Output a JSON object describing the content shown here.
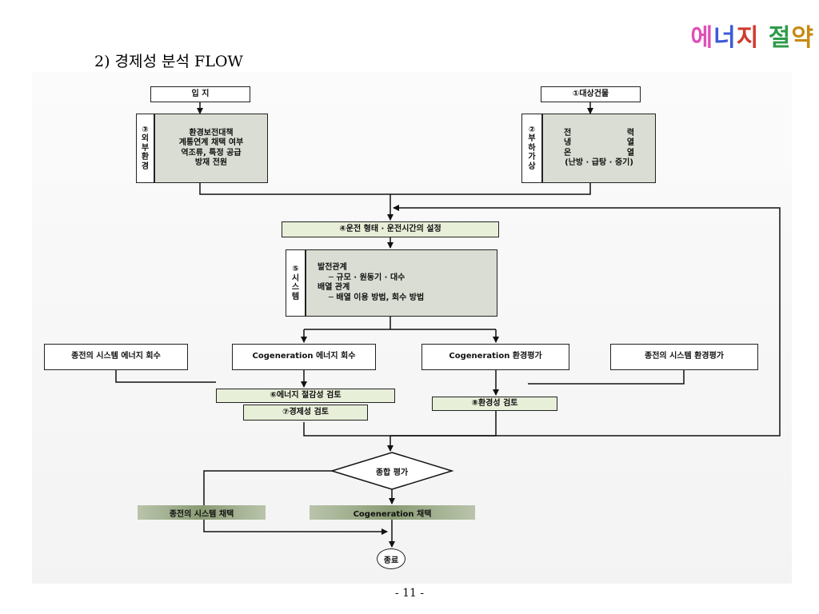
{
  "header": {
    "wordart": [
      "에",
      "너",
      "지",
      " 절",
      "약"
    ],
    "section_title": "2) 경제성 분석 FLOW"
  },
  "flow": {
    "location": "입    지",
    "external_label": [
      "③",
      "외",
      "부",
      "환",
      "경"
    ],
    "external_items": [
      "환경보전대책",
      "계통연계 채택 여부",
      "역조류, 특정 공급",
      "방재 전원"
    ],
    "target_building": "①대상건물",
    "load_label": [
      "②",
      "부",
      "하",
      "가",
      "상"
    ],
    "load_items": [
      "전                    력",
      "냉                    열",
      "온                    열",
      "(난방 · 급탕 · 증기)"
    ],
    "operation": "④운전 형태 · 운전시간의 설정",
    "system_label": [
      "⑤",
      "시",
      "스",
      "템"
    ],
    "system_items": [
      "발전관계",
      "    ─ 규모 · 원동기 · 대수",
      "배열 관계",
      "    ─ 배열 이용 방법, 회수 방법"
    ],
    "conv_energy": "종전의 시스템  에너지 회수",
    "cogen_energy": "Cogeneration  에너지 회수",
    "cogen_env": "Cogeneration 환경평가",
    "conv_env": "종전의 시스템  환경평가",
    "energy_saving": "⑥에너지 절감성 검토",
    "economics": "⑦경제성 검토",
    "env_review": "⑧환경성 검토",
    "overall": "종합 평가",
    "adopt_conv": "종전의 시스템 채택",
    "adopt_cogen": "Cogeneration 채택",
    "end": "종료"
  },
  "footer": {
    "page_number": "- 11 -"
  }
}
